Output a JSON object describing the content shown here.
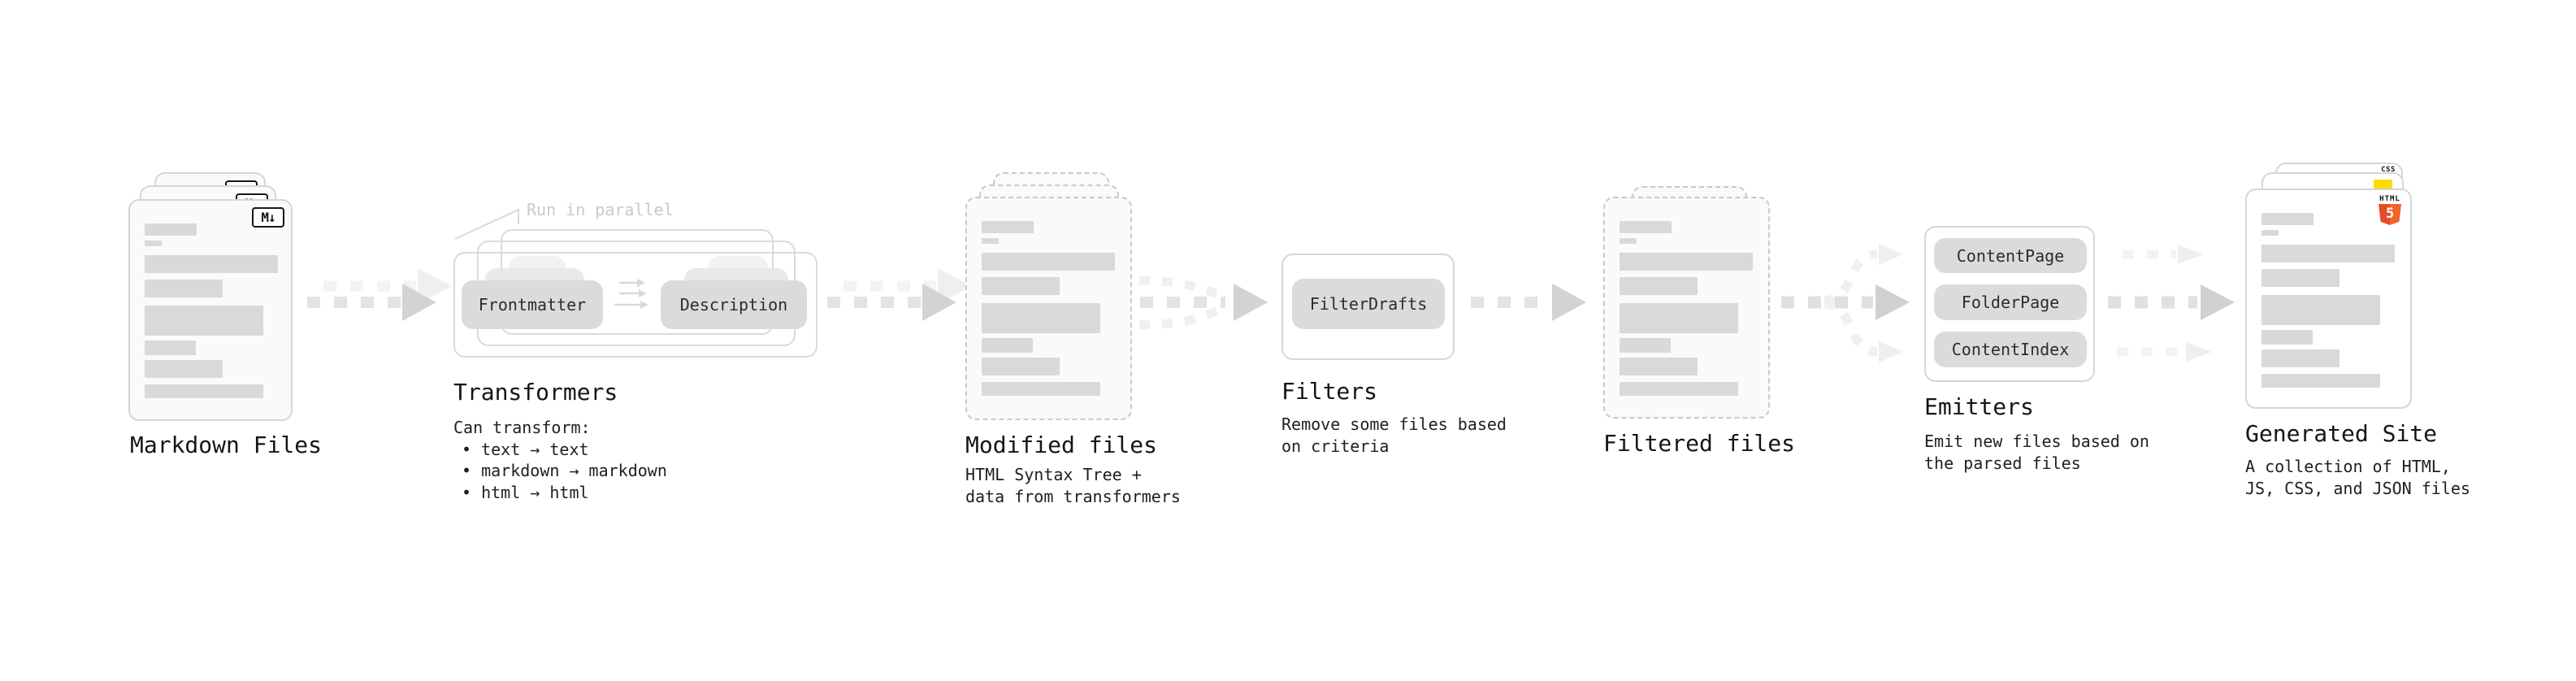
{
  "diagram": {
    "stages": [
      {
        "id": "markdown-files",
        "title": "Markdown Files",
        "file_badge": "M↓"
      },
      {
        "id": "transformers",
        "title": "Transformers",
        "annotation": "Run in parallel",
        "nodes": [
          "Frontmatter",
          "Description"
        ],
        "description_lines": [
          "Can transform:",
          "• text → text",
          "• markdown → markdown",
          "• html → html"
        ]
      },
      {
        "id": "modified-files",
        "title": "Modified files",
        "description_lines": [
          "HTML Syntax Tree +",
          "data from transformers"
        ]
      },
      {
        "id": "filters",
        "title": "Filters",
        "nodes": [
          "FilterDrafts"
        ],
        "description_lines": [
          "Remove some files based",
          "on criteria"
        ]
      },
      {
        "id": "filtered-files",
        "title": "Filtered files"
      },
      {
        "id": "emitters",
        "title": "Emitters",
        "nodes": [
          "ContentPage",
          "FolderPage",
          "ContentIndex"
        ],
        "description_lines": [
          "Emit new files based on",
          "the parsed files"
        ]
      },
      {
        "id": "generated-site",
        "title": "Generated Site",
        "badges": {
          "css": "CSS",
          "html_word": "HTML",
          "html_number": "5"
        },
        "description_lines": [
          "A collection of HTML,",
          "JS, CSS, and JSON files"
        ]
      }
    ],
    "colors": {
      "html5_orange": "#e44d26",
      "html5_orange_light": "#f16529",
      "js_yellow": "#ffdb00",
      "css_blue": "#2170e8",
      "placeholder_gray": "#d9d9d9"
    }
  }
}
